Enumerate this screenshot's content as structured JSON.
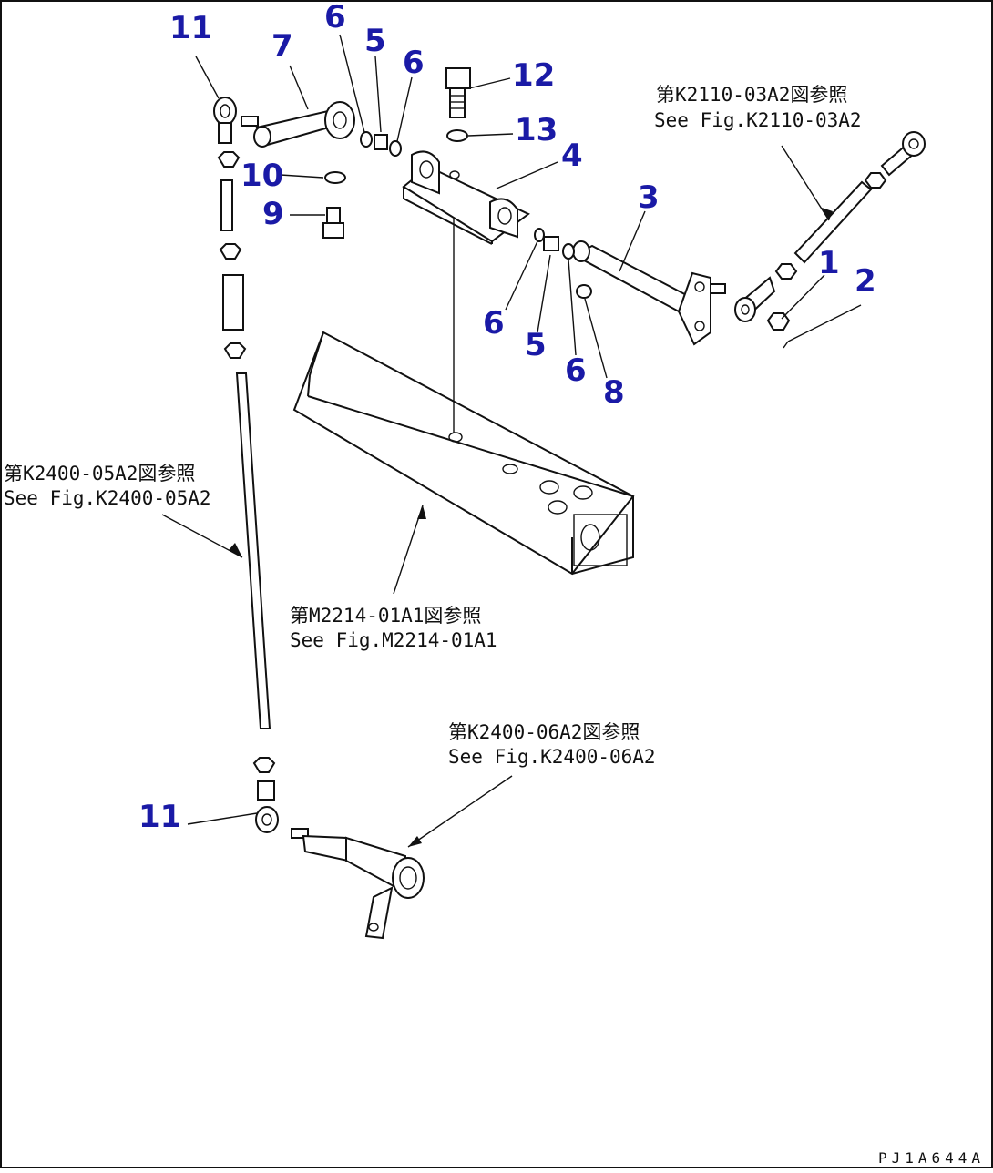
{
  "diagram": {
    "callouts": {
      "c11_top": "11",
      "c7": "7",
      "c6_a": "6",
      "c5_a": "5",
      "c6_b": "6",
      "c12": "12",
      "c13": "13",
      "c4": "4",
      "c10": "10",
      "c9": "9",
      "c3": "3",
      "c1": "1",
      "c2": "2",
      "c6_c": "6",
      "c5_b": "5",
      "c6_d": "6",
      "c8": "8",
      "c11_bottom": "11"
    },
    "references": {
      "k2110": {
        "jp": "第K2110-03A2図参照",
        "en": "See Fig.K2110-03A2"
      },
      "k2400_05": {
        "jp": "第K2400-05A2図参照",
        "en": "See Fig.K2400-05A2"
      },
      "m2214": {
        "jp": "第M2214-01A1図参照",
        "en": "See Fig.M2214-01A1"
      },
      "k2400_06": {
        "jp": "第K2400-06A2図参照",
        "en": "See Fig.K2400-06A2"
      }
    },
    "drawing_code": "PJ1A644A",
    "colors": {
      "callout": "#1a1aa6",
      "line": "#111111",
      "background": "#ffffff"
    }
  }
}
